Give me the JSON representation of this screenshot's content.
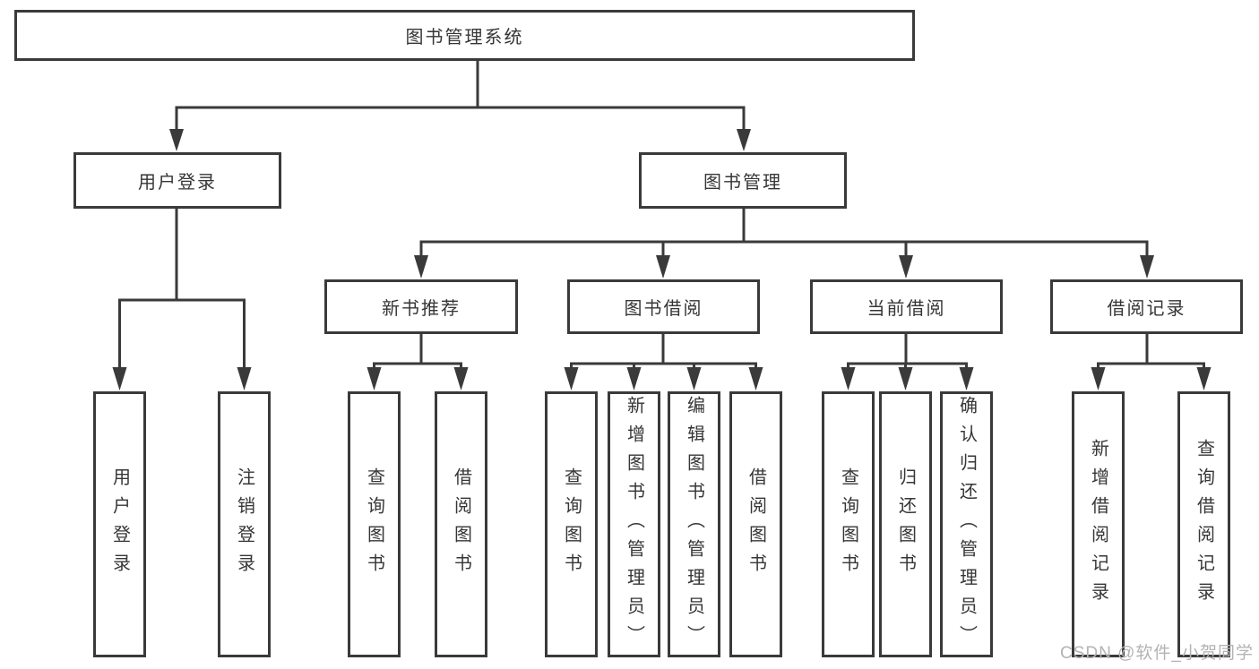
{
  "tree": {
    "root": {
      "label": "图书管理系统",
      "children": [
        {
          "label": "用户登录",
          "children": [
            {
              "label": "用户登录"
            },
            {
              "label": "注销登录"
            }
          ]
        },
        {
          "label": "图书管理",
          "children": [
            {
              "label": "新书推荐",
              "children": [
                {
                  "label": "查询图书"
                },
                {
                  "label": "借阅图书"
                }
              ]
            },
            {
              "label": "图书借阅",
              "children": [
                {
                  "label": "查询图书"
                },
                {
                  "label": "新增图书（管理员）"
                },
                {
                  "label": "编辑图书（管理员）"
                },
                {
                  "label": "借阅图书"
                }
              ]
            },
            {
              "label": "当前借阅",
              "children": [
                {
                  "label": "查询图书"
                },
                {
                  "label": "归还图书"
                },
                {
                  "label": "确认归还（管理员）"
                }
              ]
            },
            {
              "label": "借阅记录",
              "children": [
                {
                  "label": "新增借阅记录"
                },
                {
                  "label": "查询借阅记录"
                }
              ]
            }
          ]
        }
      ]
    }
  },
  "watermark": {
    "text": "CSDN @软件_小贺同学"
  },
  "colors": {
    "line": "#3a3a3a",
    "text": "#363636",
    "watermark": "#b3b3b3",
    "background": "#ffffff"
  }
}
